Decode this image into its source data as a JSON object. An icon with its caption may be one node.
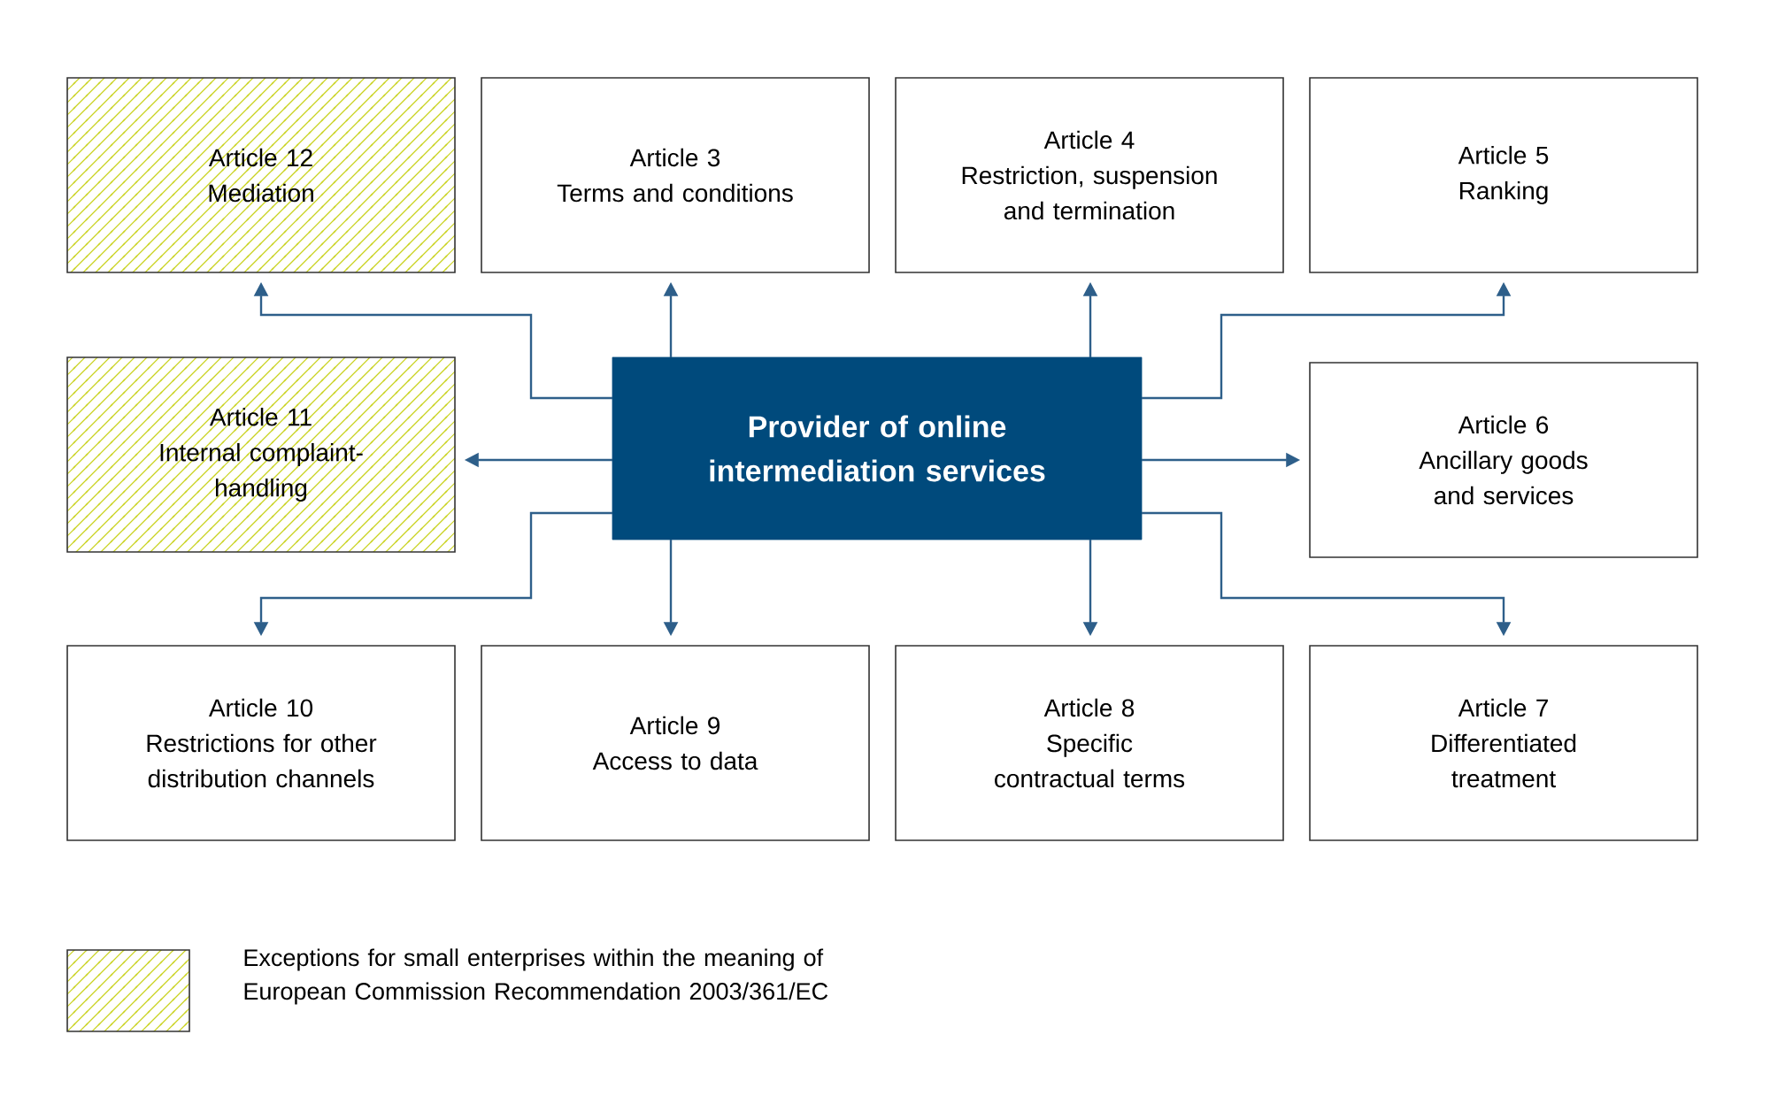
{
  "diagram": {
    "nodes": [
      {
        "text": [
          "Article 12",
          "Mediation"
        ]
      },
      {
        "text": [
          "Article 3",
          "Terms and conditions"
        ]
      },
      {
        "text": [
          "Article 4",
          "Restriction, suspension and termination"
        ]
      },
      {
        "text": [
          "Article 5",
          "Ranking"
        ]
      },
      {
        "text": [
          "Article 11",
          "Internal complaint-handling"
        ]
      },
      {
        "text": [
          "Provider of online intermediation services"
        ]
      },
      {
        "text": [
          "Article 6",
          "Ancillary goods and services"
        ]
      },
      {
        "text": [
          "Article 10",
          "Restrictions for other distribution channels"
        ]
      },
      {
        "text": [
          "Article 9",
          "Access to data"
        ]
      },
      {
        "text": [
          "Article 8",
          "Specific contractual terms"
        ]
      },
      {
        "text": [
          "Article 7",
          "Differentiated treatment"
        ]
      }
    ],
    "edges": [
      {
        "from": 5,
        "to": 0,
        "arrow": "to"
      },
      {
        "from": 5,
        "to": 1,
        "arrow": "to"
      },
      {
        "from": 5,
        "to": 2,
        "arrow": "to"
      },
      {
        "from": 5,
        "to": 3,
        "arrow": "to"
      },
      {
        "from": 5,
        "to": 4,
        "arrow": "to"
      },
      {
        "from": 5,
        "to": 6,
        "arrow": "to"
      },
      {
        "from": 5,
        "to": 7,
        "arrow": "to"
      },
      {
        "from": 5,
        "to": 8,
        "arrow": "to"
      },
      {
        "from": 5,
        "to": 9,
        "arrow": "to"
      },
      {
        "from": 5,
        "to": 10,
        "arrow": "to"
      }
    ],
    "legend": [
      {
        "text": "Exceptions for small enterprises within the meaning of European Commission Recommendation 2003/361/EC"
      }
    ]
  }
}
